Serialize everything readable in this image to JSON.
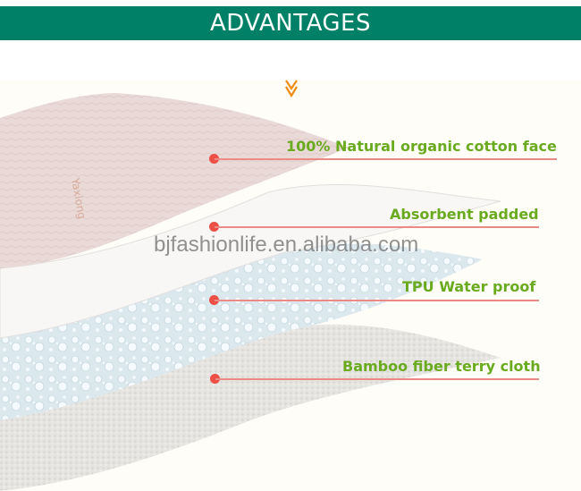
{
  "banner": {
    "title": "ADVANTAGES",
    "background": "#008066"
  },
  "arrow": {
    "icon": "double-chevron-down-icon",
    "color": "#f08a12"
  },
  "layers": [
    {
      "name": "cotton-face",
      "label": "100% Natural organic cotton face",
      "color": "#e8d8d6",
      "print_text": "Yaxiong"
    },
    {
      "name": "absorbent",
      "label": "Absorbent padded",
      "color": "#f7f6f6"
    },
    {
      "name": "tpu",
      "label": "TPU Water proof",
      "color": "#d9e8ee"
    },
    {
      "name": "bamboo",
      "label": "Bamboo fiber terry cloth",
      "color": "#e4e2e0"
    }
  ],
  "watermark": "bjfashionlife.en.alibaba.com",
  "colors": {
    "label_text": "#6aaa1f",
    "leader_line": "#ee8a86",
    "dot": "#ec4f45"
  }
}
